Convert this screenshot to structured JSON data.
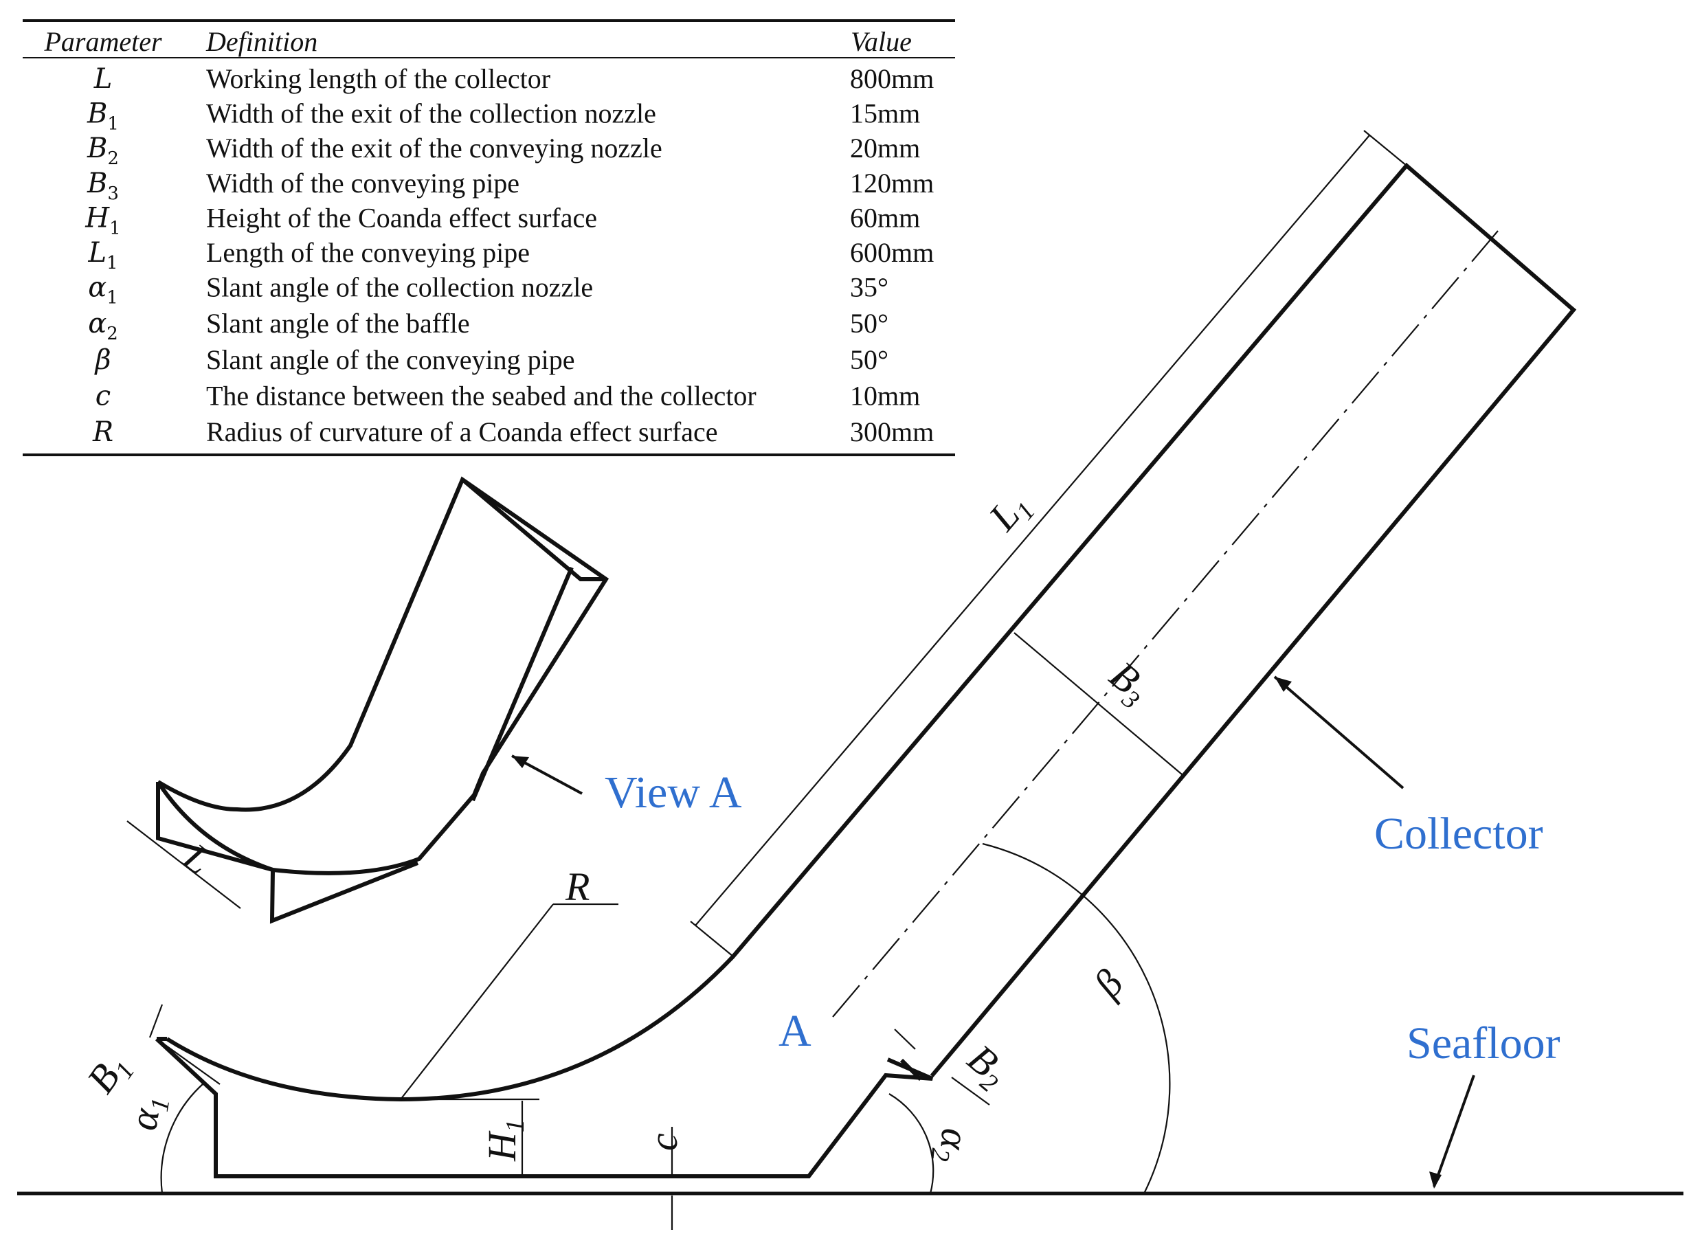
{
  "table": {
    "headers": {
      "parameter": "Parameter",
      "definition": "Definition",
      "value": "Value"
    },
    "rows": [
      {
        "symbol": "L",
        "sub": "",
        "definition": "Working length of the collector",
        "value": "800mm"
      },
      {
        "symbol": "B",
        "sub": "1",
        "definition": "Width of the exit of the collection nozzle",
        "value": "15mm"
      },
      {
        "symbol": "B",
        "sub": "2",
        "definition": "Width of the exit of the conveying nozzle",
        "value": "20mm"
      },
      {
        "symbol": "B",
        "sub": "3",
        "definition": "Width of the conveying pipe",
        "value": "120mm"
      },
      {
        "symbol": "H",
        "sub": "1",
        "definition": "Height of the Coanda effect surface",
        "value": "60mm"
      },
      {
        "symbol": "L",
        "sub": "1",
        "definition": "Length of the conveying pipe",
        "value": "600mm"
      },
      {
        "symbol": "α",
        "sub": "1",
        "definition": "Slant angle of the collection nozzle",
        "value": "35°"
      },
      {
        "symbol": "α",
        "sub": "2",
        "definition": "Slant angle of the baffle",
        "value": "50°"
      },
      {
        "symbol": "β",
        "sub": "",
        "definition": "Slant angle of the conveying pipe",
        "value": "50°"
      },
      {
        "symbol": "c",
        "sub": "",
        "definition": "The distance between the seabed and the collector",
        "value": "10mm"
      },
      {
        "symbol": "R",
        "sub": "",
        "definition": "Radius of curvature of a Coanda effect surface",
        "value": "300mm"
      }
    ]
  },
  "labels": {
    "view_a": "View A",
    "collector": "Collector",
    "seafloor": "Seafloor",
    "section_a": "A"
  },
  "dimensions": {
    "L1": "L1",
    "B3": "B3",
    "R": "R",
    "L": "L",
    "B1": "B1",
    "B2": "B2",
    "H1": "H1",
    "c": "c",
    "alpha1": "α1",
    "alpha2": "α2",
    "beta": "β"
  },
  "colors": {
    "accent_label": "#2f6fcf",
    "line": "#111111"
  }
}
